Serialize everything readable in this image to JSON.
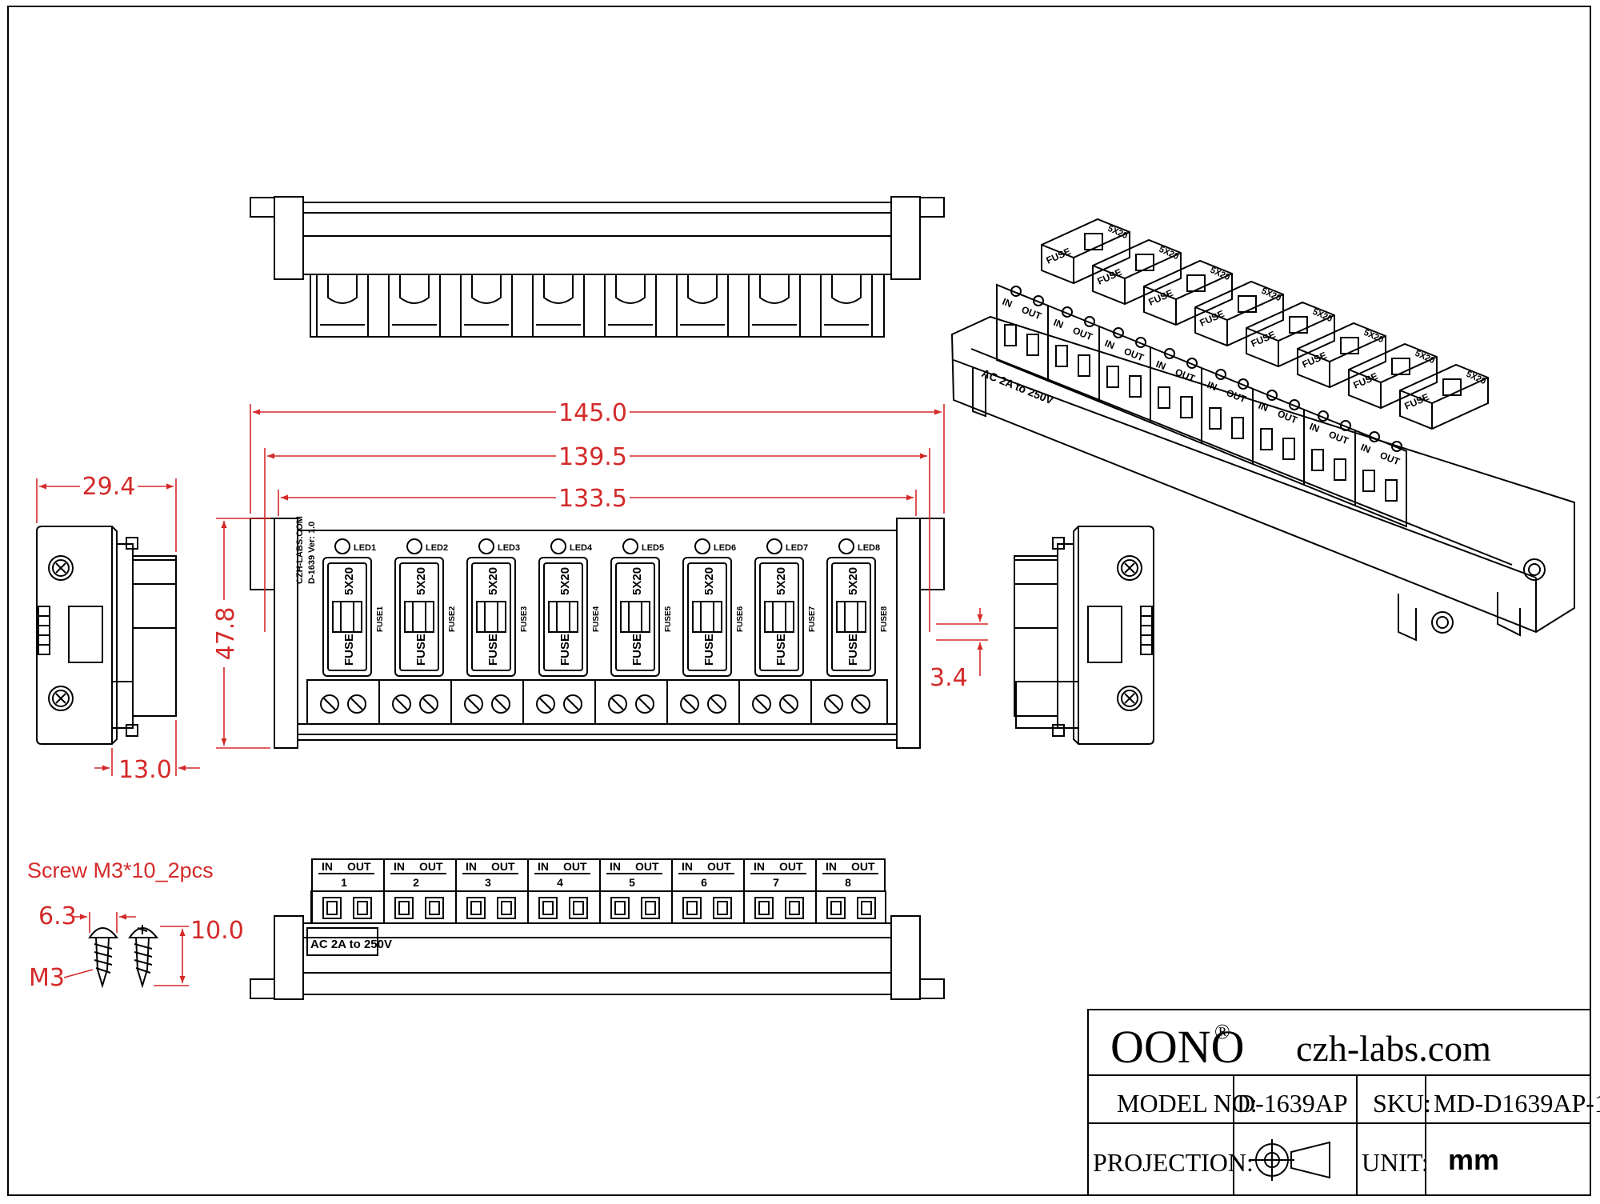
{
  "dimensions": {
    "width_overall": "145.0",
    "width_mount": "139.5",
    "width_body": "133.5",
    "height": "47.8",
    "slot_width": "3.4",
    "depth": "29.4",
    "depth_base": "13.0"
  },
  "screw": {
    "title": "Screw M3*10_2pcs",
    "head_dim": "6.3",
    "length_dim": "10.0",
    "thread": "M3"
  },
  "board": {
    "leds": [
      "LED1",
      "LED2",
      "LED3",
      "LED4",
      "LED5",
      "LED6",
      "LED7",
      "LED8"
    ],
    "fuses": [
      "FUSE1",
      "FUSE2",
      "FUSE3",
      "FUSE4",
      "FUSE5",
      "FUSE6",
      "FUSE7",
      "FUSE8"
    ],
    "fuse_size": "5X20",
    "fuse_word": "FUSE",
    "silk_line1": "CZH-LABS.COM",
    "silk_line2": "D-1639  Ver: 1.0"
  },
  "terminals": {
    "in_label": "IN",
    "out_label": "OUT",
    "channels": [
      "1",
      "2",
      "3",
      "4",
      "5",
      "6",
      "7",
      "8"
    ],
    "rating": "AC 2A to 250V"
  },
  "iso": {
    "fuse_size": "5X20",
    "fuse_word": "FUSE",
    "rating": "AC 2A to 250V"
  },
  "title_block": {
    "brand": "OONO",
    "brand_mark": "®",
    "website": "czh-labs.com",
    "model_label": "MODEL NO:",
    "model_value": "D-1639AP",
    "sku_label": "SKU:",
    "sku_value": "MD-D1639AP-1",
    "projection_label": "PROJECTION:",
    "unit_label": "UNIT:",
    "unit_value": "mm"
  },
  "colors": {
    "line": "#000000",
    "dimension": "#d42a2a"
  }
}
